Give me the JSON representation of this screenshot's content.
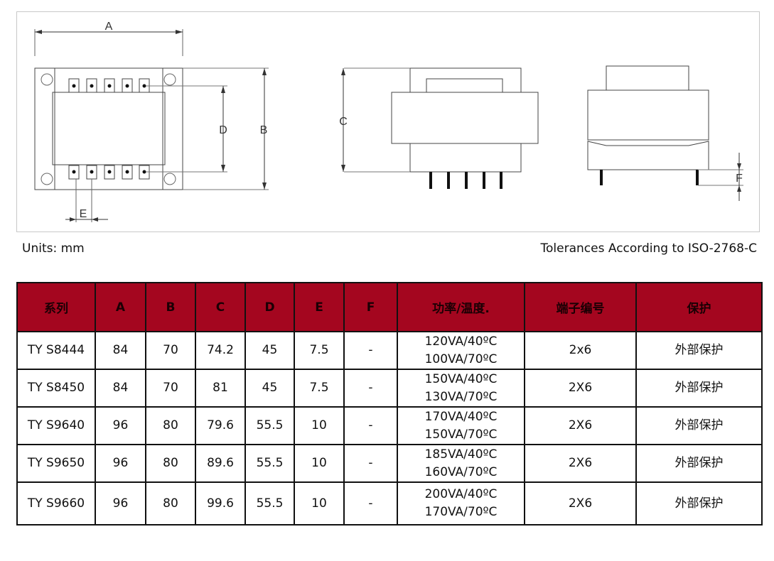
{
  "drawing": {
    "labels": {
      "A": "A",
      "B": "B",
      "C": "C",
      "D": "D",
      "E": "E",
      "F": "F"
    }
  },
  "notes": {
    "units": "Units: mm",
    "tolerance": "Tolerances According to ISO-2768-C"
  },
  "table": {
    "headers": [
      "系列",
      "A",
      "B",
      "C",
      "D",
      "E",
      "F",
      "功率/温度.",
      "端子编号",
      "保护"
    ],
    "rows": [
      {
        "series": "TY S8444",
        "A": "84",
        "B": "70",
        "C": "74.2",
        "D": "45",
        "E": "7.5",
        "F": "-",
        "power1": "120VA/40ºC",
        "power2": "100VA/70ºC",
        "terminals": "2x6",
        "protection": "外部保护"
      },
      {
        "series": "TY S8450",
        "A": "84",
        "B": "70",
        "C": "81",
        "D": "45",
        "E": "7.5",
        "F": "-",
        "power1": "150VA/40ºC",
        "power2": "130VA/70ºC",
        "terminals": "2X6",
        "protection": "外部保护"
      },
      {
        "series": "TY S9640",
        "A": "96",
        "B": "80",
        "C": "79.6",
        "D": "55.5",
        "E": "10",
        "F": "-",
        "power1": "170VA/40ºC",
        "power2": "150VA/70ºC",
        "terminals": "2X6",
        "protection": "外部保护"
      },
      {
        "series": "TY S9650",
        "A": "96",
        "B": "80",
        "C": "89.6",
        "D": "55.5",
        "E": "10",
        "F": "-",
        "power1": "185VA/40ºC",
        "power2": "160VA/70ºC",
        "terminals": "2X6",
        "protection": "外部保护"
      },
      {
        "series": "TY S9660",
        "A": "96",
        "B": "80",
        "C": "99.6",
        "D": "55.5",
        "E": "10",
        "F": "-",
        "power1": "200VA/40ºC",
        "power2": "170VA/70ºC",
        "terminals": "2X6",
        "protection": "外部保护"
      }
    ]
  }
}
